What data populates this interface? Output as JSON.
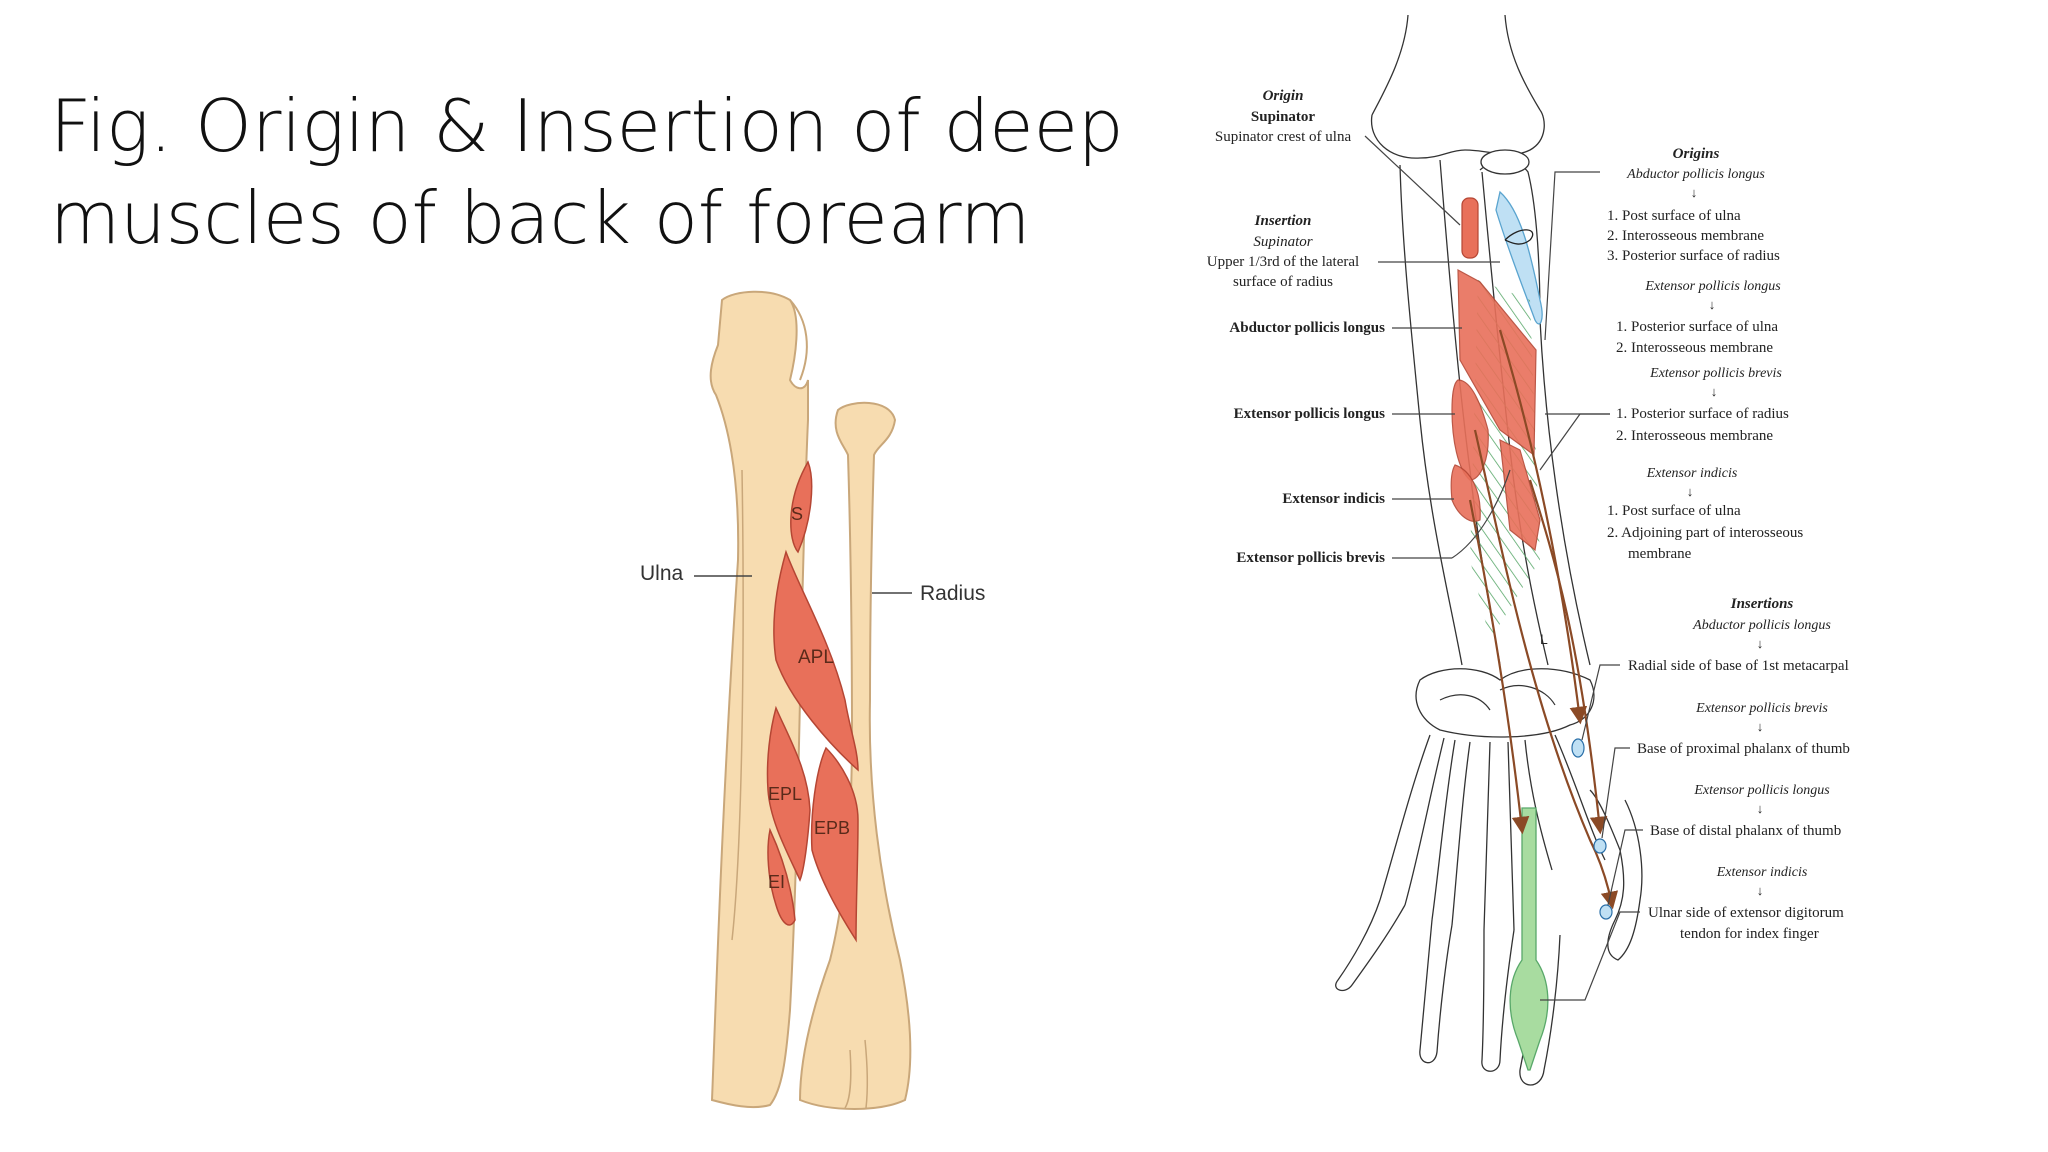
{
  "slide": {
    "title_line1": "Fig. Origin & Insertion of deep",
    "title_line2": "muscles of back of forearm"
  },
  "left_figure": {
    "bone_labels": {
      "ulna": "Ulna",
      "radius": "Radius"
    },
    "muscle_labels": {
      "supinator": "S",
      "apl": "APL",
      "epl": "EPL",
      "epb": "EPB",
      "ei": "EI"
    }
  },
  "right_figure": {
    "left_column": {
      "origin_heading": "Origin",
      "origin_muscle": "Supinator",
      "origin_desc": "Supinator crest of ulna",
      "insertion_heading": "Insertion",
      "insertion_muscle": "Supinator",
      "insertion_desc_1": "Upper 1/3rd of the lateral",
      "insertion_desc_2": "surface of radius",
      "muscles": [
        "Abductor pollicis longus",
        "Extensor pollicis longus",
        "Extensor indicis",
        "Extensor pollicis brevis"
      ]
    },
    "origins": {
      "heading": "Origins",
      "groups": [
        {
          "muscle": "Abductor pollicis longus",
          "items": [
            "1. Post surface of ulna",
            "2. Interosseous membrane",
            "3. Posterior surface of radius"
          ]
        },
        {
          "muscle": "Extensor pollicis longus",
          "items": [
            "1. Posterior surface of ulna",
            "2. Interosseous membrane"
          ]
        },
        {
          "muscle": "Extensor pollicis brevis",
          "items": [
            "1. Posterior surface of radius",
            "2. Interosseous membrane"
          ]
        },
        {
          "muscle": "Extensor indicis",
          "items": [
            "1. Post surface of ulna",
            "2. Adjoining part of interosseous",
            "membrane"
          ]
        }
      ]
    },
    "insertions": {
      "heading": "Insertions",
      "groups": [
        {
          "muscle": "Abductor pollicis longus",
          "items": [
            "Radial side of base of 1st metacarpal"
          ]
        },
        {
          "muscle": "Extensor pollicis brevis",
          "items": [
            "Base of proximal phalanx of thumb"
          ]
        },
        {
          "muscle": "Extensor pollicis longus",
          "items": [
            "Base of distal phalanx of thumb"
          ]
        },
        {
          "muscle": "Extensor indicis",
          "items": [
            "Ulnar side of extensor digitorum",
            "tendon for index finger"
          ]
        }
      ]
    },
    "arrow_glyph": "↓",
    "bone_marker": "L"
  },
  "colors": {
    "bone_fill": "#f7dcb0",
    "bone_stroke": "#c9a77a",
    "muscle_fill": "#e8705a",
    "muscle_stroke": "#b54634",
    "supinator_blue": "#bfe0f4",
    "tendon_brown": "#8b4a26",
    "hatch_green": "#59a86a",
    "indicis_green": "#a8dca0"
  }
}
